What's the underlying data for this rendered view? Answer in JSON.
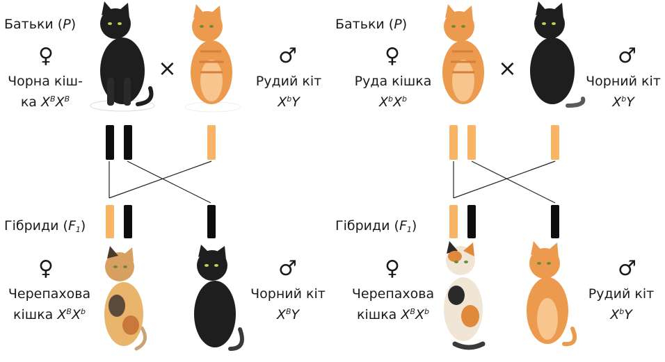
{
  "colors": {
    "black": "#0d0d0d",
    "orange": "#f7b565",
    "cat_black": "#1e1e1e",
    "cat_orange": "#ec9a4e"
  },
  "panels": [
    {
      "parents_label": "Батьки (",
      "parents_var": "P",
      "female_symbol": "♀",
      "male_symbol": "♂",
      "cross_symbol": "×",
      "female_name_line1": "Чорна кіш-",
      "female_name_line2": "ка ",
      "female_genotype": {
        "a": "X",
        "a_sup": "B",
        "b": "X",
        "b_sup": "B"
      },
      "male_name": "Рудий кіт",
      "male_genotype": {
        "a": "X",
        "a_sup": "b",
        "b": "Y"
      },
      "hybrids_label": "Гібриди (",
      "hybrids_var": "F",
      "hybrids_sub": "1",
      "f_female_name_line1": "Черепахова",
      "f_female_name_line2": "кішка ",
      "f_female_genotype": {
        "a": "X",
        "a_sup": "B",
        "b": "X",
        "b_sup": "b"
      },
      "f_male_name": "Чорний кіт",
      "f_male_genotype": {
        "a": "X",
        "a_sup": "B",
        "b": "Y"
      }
    },
    {
      "parents_label": "Батьки (",
      "parents_var": "P",
      "female_symbol": "♀",
      "male_symbol": "♂",
      "cross_symbol": "×",
      "female_name_line1": "Руда кішка",
      "female_name_line2": "",
      "female_genotype": {
        "a": "X",
        "a_sup": "b",
        "b": "X",
        "b_sup": "b"
      },
      "male_name": "Чорний кіт",
      "male_genotype": {
        "a": "X",
        "a_sup": "b",
        "b": "Y"
      },
      "hybrids_label": "Гібриди (",
      "hybrids_var": "F",
      "hybrids_sub": "1",
      "f_female_name_line1": "Черепахова",
      "f_female_name_line2": "кішка ",
      "f_female_genotype": {
        "a": "X",
        "a_sup": "B",
        "b": "X",
        "b_sup": "b"
      },
      "f_male_name": "Рудий кіт",
      "f_male_genotype": {
        "a": "X",
        "a_sup": "b",
        "b": "Y"
      }
    }
  ]
}
